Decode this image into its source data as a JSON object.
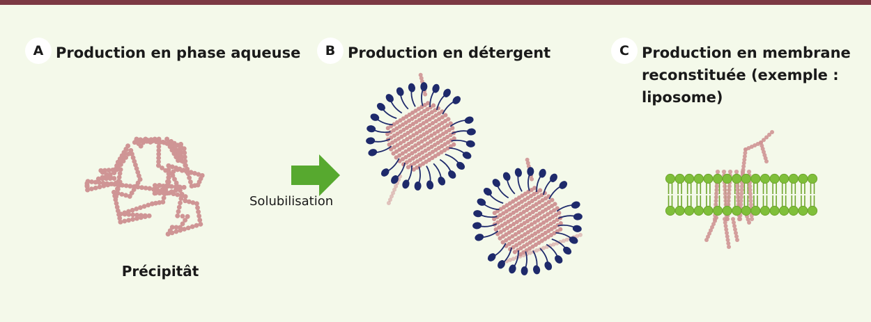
{
  "colors": {
    "background": "#f4f9ea",
    "top_bar": "#7c3a44",
    "protein": "#cf9595",
    "detergent_head": "#1e2a6b",
    "lipid_head": "#7fbf3a",
    "lipid_tail": "#6fa52e",
    "arrow": "#57a92f"
  },
  "panels": {
    "a": {
      "badge": "A",
      "title": "Production en phase aqueuse",
      "caption": "Précipitât"
    },
    "b": {
      "badge": "B",
      "title": "Production en détergent",
      "arrow_label": "Solubilisation"
    },
    "c": {
      "badge": "C",
      "title": "Production en membrane\nreconstituée (exemple :\nliposome)"
    }
  },
  "icons": [
    "protein-aggregate-icon",
    "detergent-micelle-icon",
    "liposome-bilayer-icon",
    "arrow-right-icon"
  ]
}
